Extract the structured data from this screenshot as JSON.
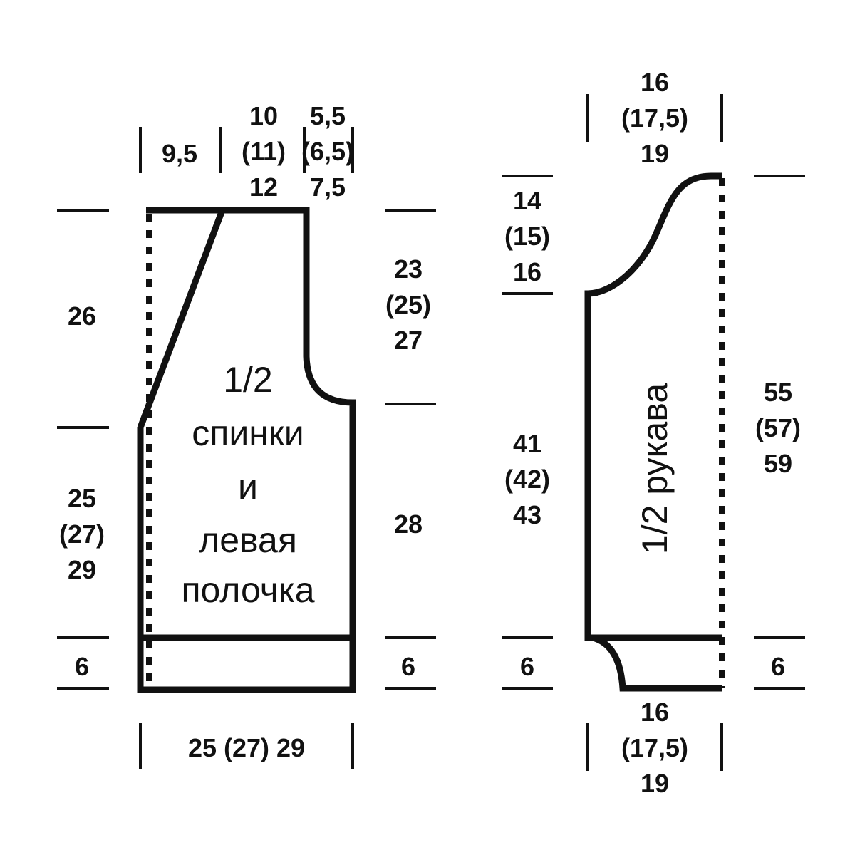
{
  "back": {
    "label": [
      "1/2",
      "спинки",
      "и",
      "левая",
      "полочка"
    ],
    "top_widths": {
      "shoulder": "9,5",
      "neck": [
        "10",
        "(11)",
        "12"
      ],
      "armhole": [
        "5,5",
        "(6,5)",
        "7,5"
      ]
    },
    "left_heights": {
      "upper": "26",
      "middle": [
        "25",
        "(27)",
        "29"
      ],
      "band": "6"
    },
    "right_heights": {
      "armhole": [
        "23",
        "(25)",
        "27"
      ],
      "side": "28",
      "band": "6"
    },
    "bottom_width": "25 (27) 29"
  },
  "sleeve": {
    "label": "1/2 рукава",
    "top_width": [
      "16",
      "(17,5)",
      "19"
    ],
    "bottom_width": [
      "16",
      "(17,5)",
      "19"
    ],
    "left_heights": {
      "cap": [
        "14",
        "(15)",
        "16"
      ],
      "body": [
        "41",
        "(42)",
        "43"
      ],
      "band": "6"
    },
    "right_heights": {
      "total": [
        "55",
        "(57)",
        "59"
      ],
      "band": "6"
    }
  }
}
